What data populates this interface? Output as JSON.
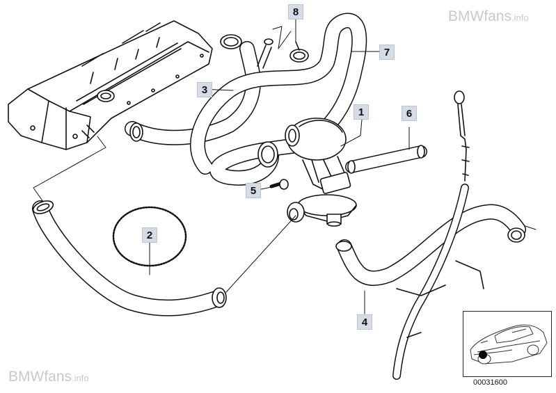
{
  "watermark": {
    "top": {
      "main": "BMWfans",
      "suffix": ".info"
    },
    "bottom": {
      "main": "BMWfans",
      "suffix": ".info"
    }
  },
  "callouts": [
    {
      "id": "1",
      "label": "1"
    },
    {
      "id": "2",
      "label": "2"
    },
    {
      "id": "3",
      "label": "3"
    },
    {
      "id": "4",
      "label": "4"
    },
    {
      "id": "5",
      "label": "5"
    },
    {
      "id": "6",
      "label": "6"
    },
    {
      "id": "7",
      "label": "7"
    },
    {
      "id": "8",
      "label": "8"
    }
  ],
  "diagram_number": "00031600",
  "colors": {
    "line": "#111111",
    "callout_bg": "#d5dce6",
    "watermark": "#c9c9c9"
  }
}
